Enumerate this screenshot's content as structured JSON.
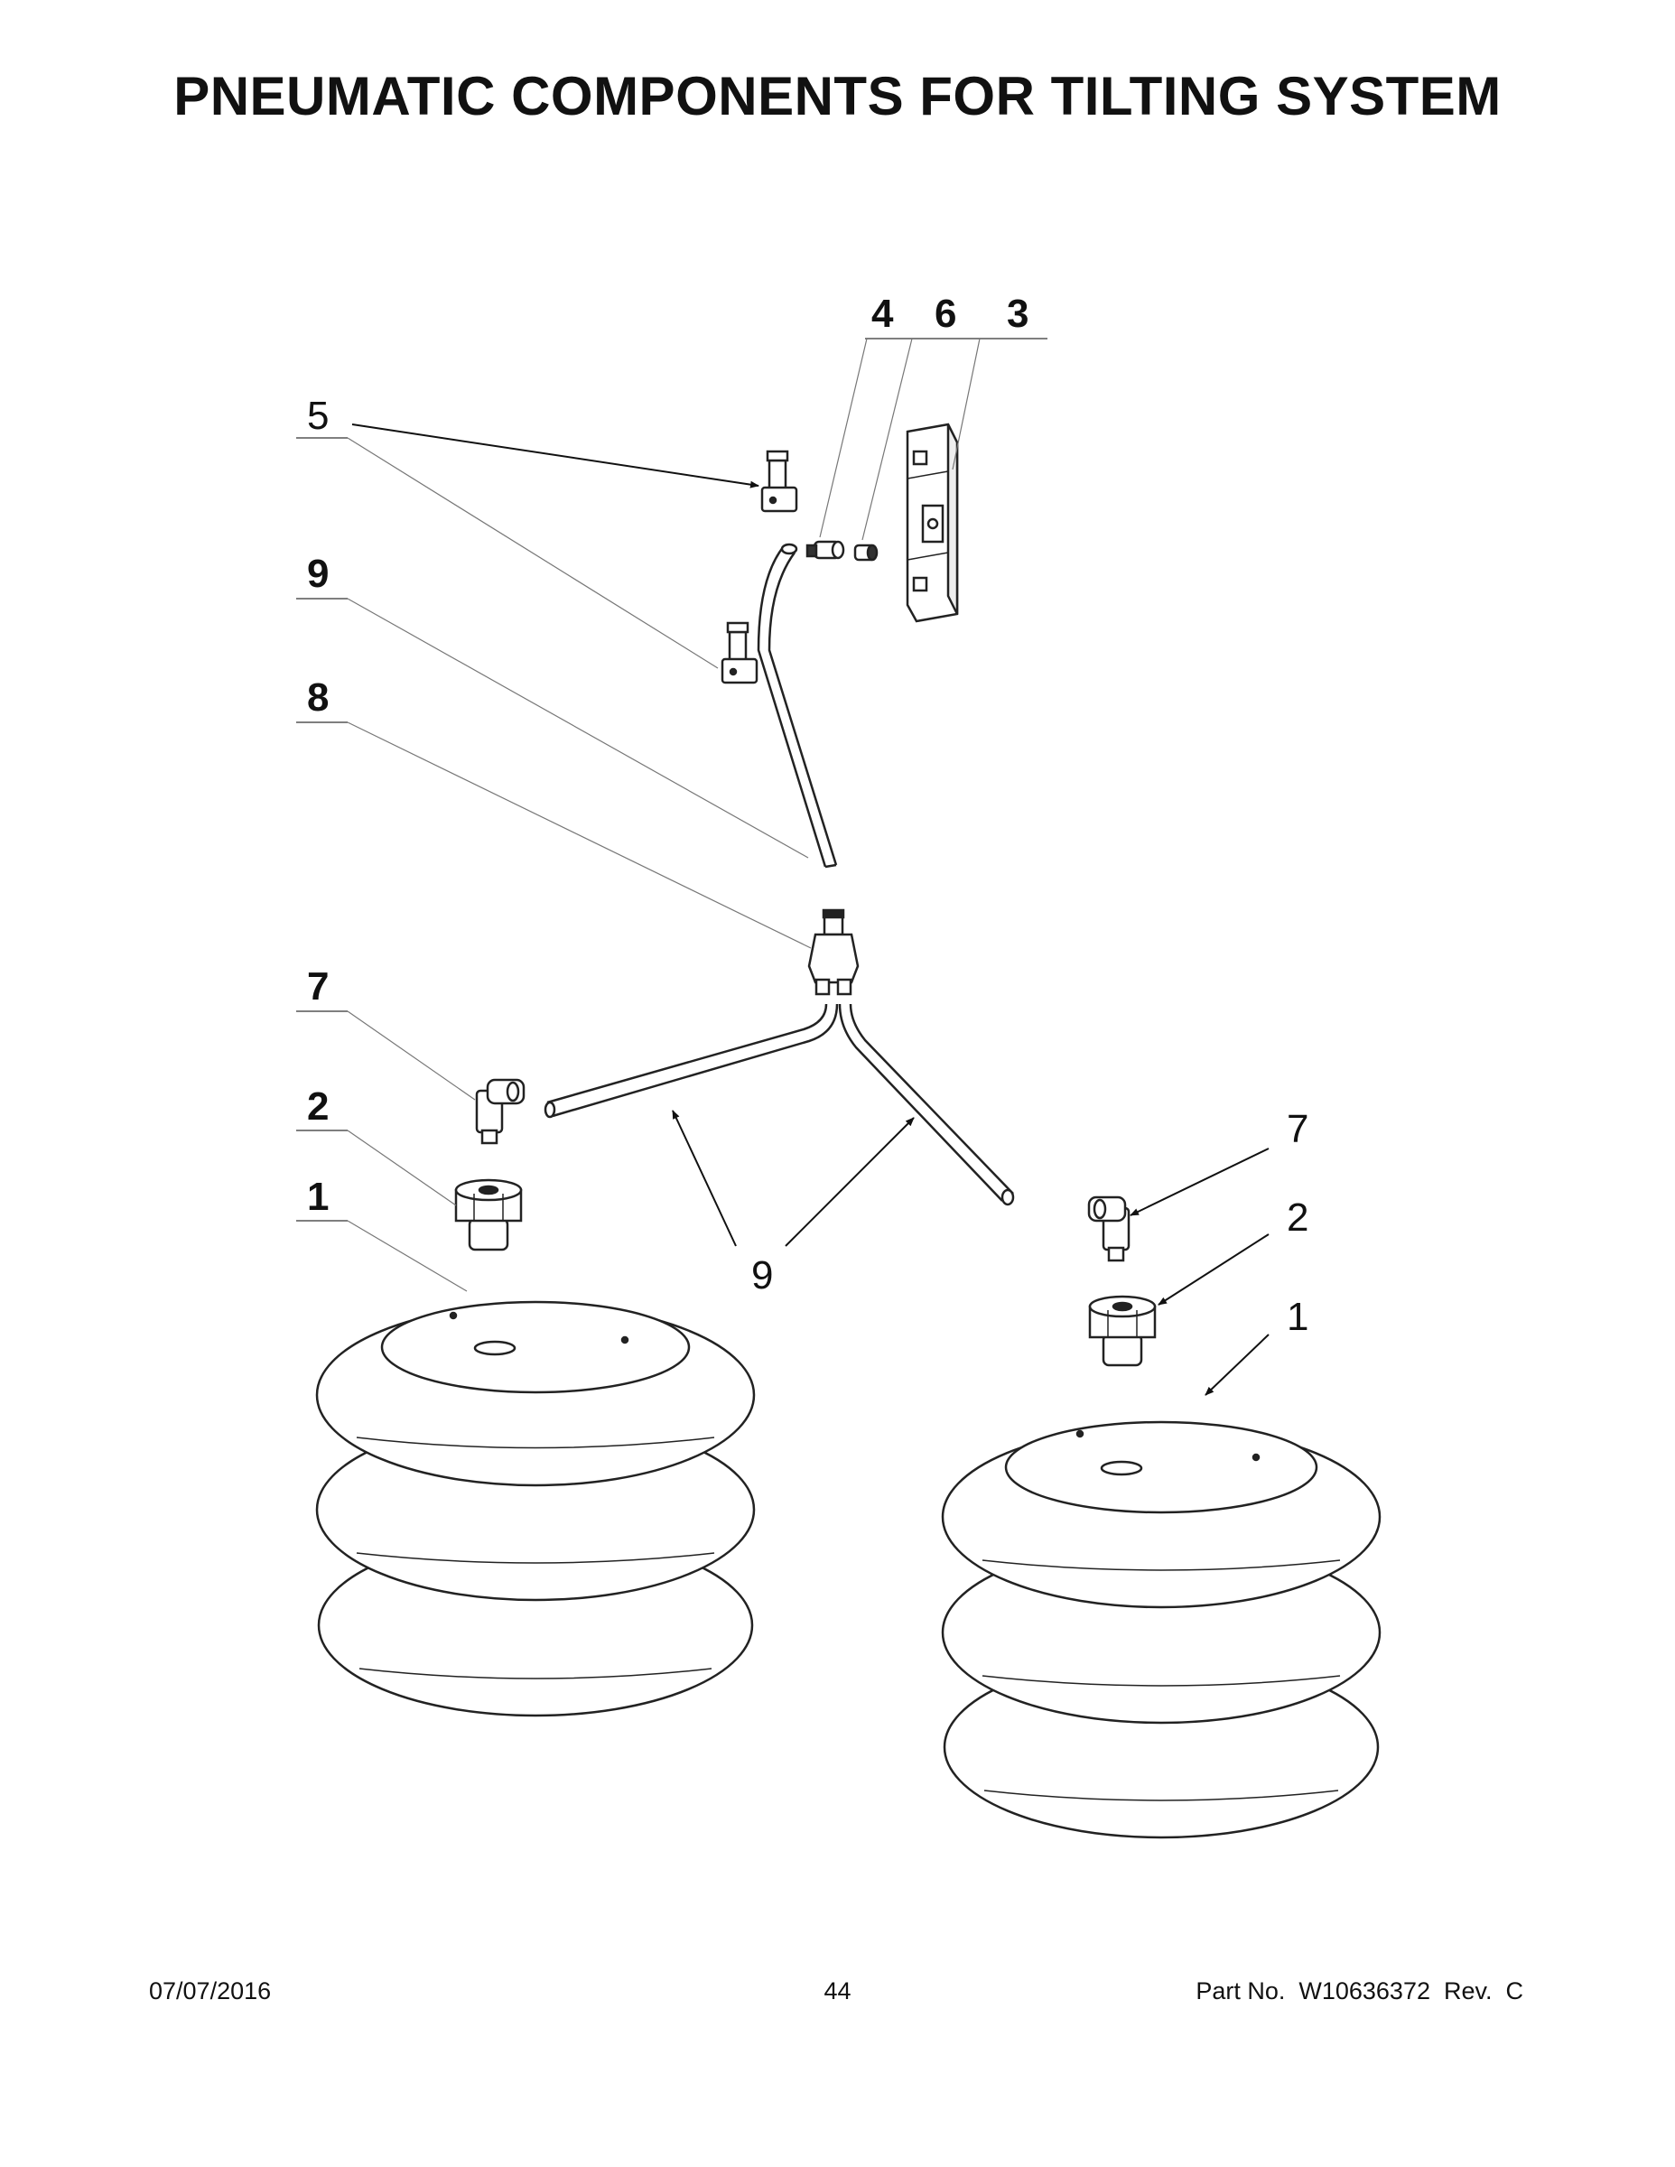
{
  "title": "PNEUMATIC COMPONENTS FOR TILTING SYSTEM",
  "callouts": {
    "c5": "5",
    "c9_left": "9",
    "c8": "8",
    "c7_left": "7",
    "c2_left": "2",
    "c1_left": "1",
    "c4": "4",
    "c6": "6",
    "c3": "3",
    "c9_center": "9",
    "c7_right": "7",
    "c2_right": "2",
    "c1_right": "1"
  },
  "footer": {
    "date": "07/07/2016",
    "page": "44",
    "part": "Part No.  W10636372  Rev.  C"
  }
}
